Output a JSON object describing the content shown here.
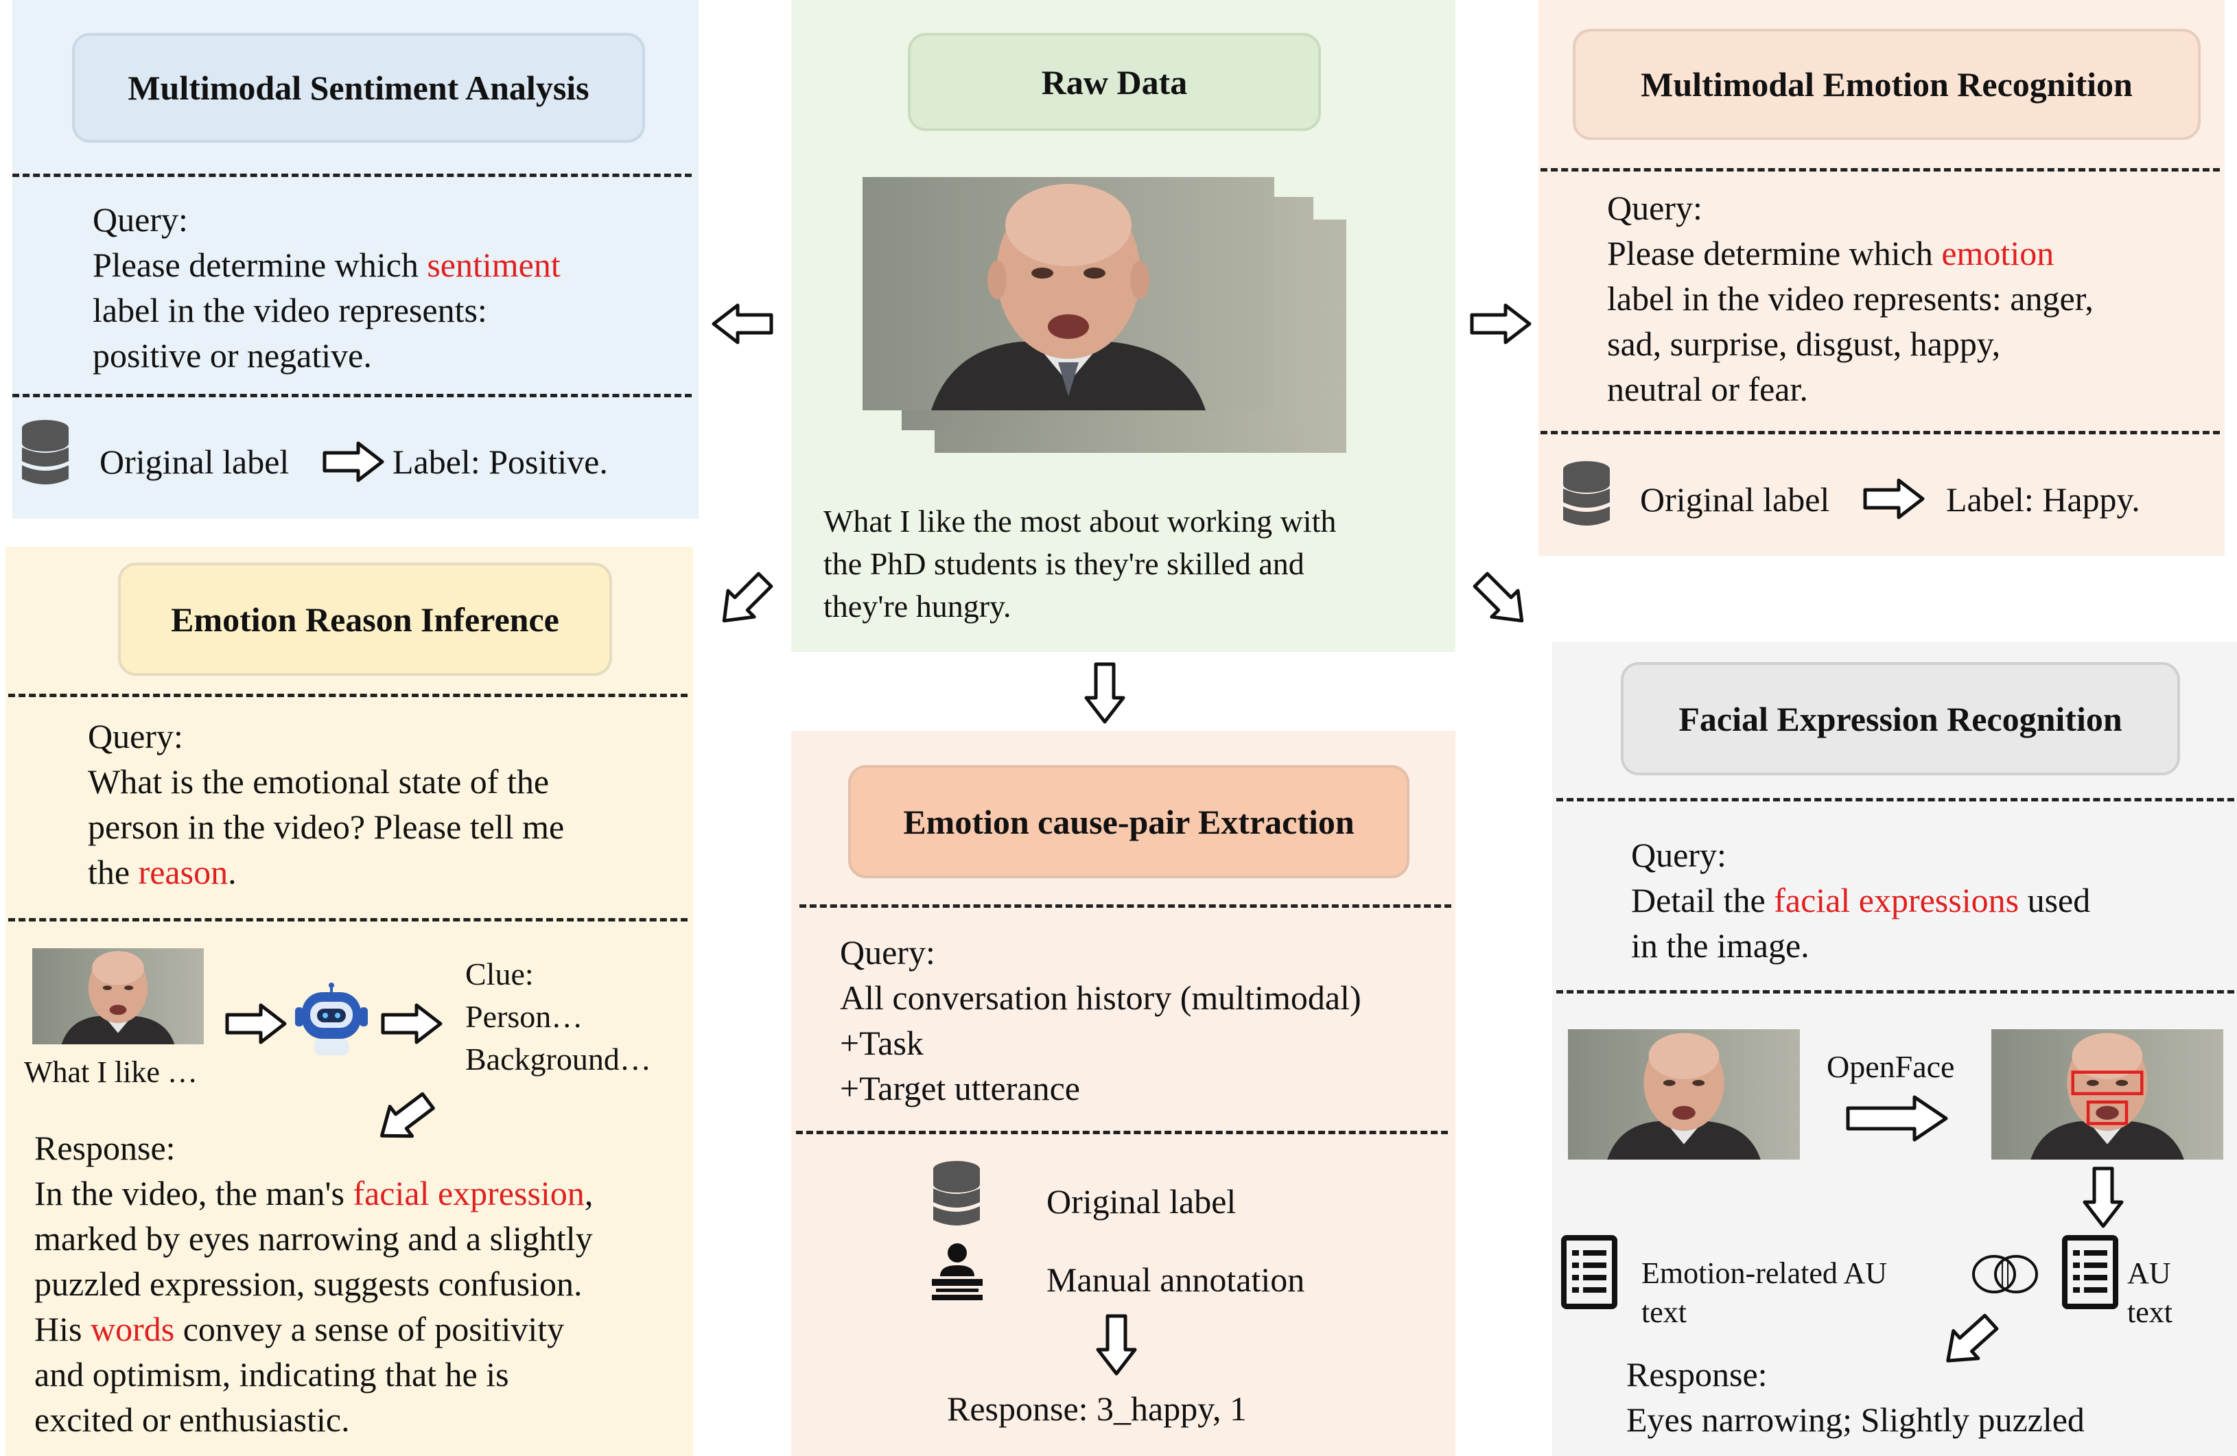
{
  "raw": {
    "title": "Raw Data",
    "transcript": [
      "What I like the most about working with",
      "the PhD students is they're skilled and",
      "they're hungry."
    ]
  },
  "msa": {
    "title": "Multimodal Sentiment Analysis",
    "query_label": "Query:",
    "query_pre": "Please determine which ",
    "query_hl": "sentiment",
    "query_lines": [
      "label in the video represents:",
      "positive or negative."
    ],
    "orig": "Original label",
    "label": "Label: Positive."
  },
  "mer": {
    "title": "Multimodal Emotion Recognition",
    "query_label": "Query:",
    "query_pre": "Please determine which ",
    "query_hl": "emotion",
    "query_lines": [
      "label in the video represents: anger,",
      "sad, surprise, disgust, happy,",
      "neutral or fear."
    ],
    "orig": "Original label",
    "label": "Label: Happy."
  },
  "eri": {
    "title": "Emotion Reason Inference",
    "query_label": "Query:",
    "query_lines": [
      "What is the emotional state of the",
      "person in the video? Please tell me"
    ],
    "query_pre3": "the ",
    "query_hl": "reason",
    "query_post3": ".",
    "caption": "What I like …",
    "clue": [
      "Clue:",
      "Person…",
      "Background…"
    ],
    "response_label": "Response:",
    "r1_pre": "In the video, the man's ",
    "r1_hl": "facial expression",
    "r1_post": ",",
    "r2": "marked by eyes narrowing and a slightly",
    "r3": "puzzled expression, suggests confusion.",
    "r4_pre": "His ",
    "r4_hl": "words",
    "r4_post": " convey a sense of positivity",
    "r5": "and optimism, indicating that he is",
    "r6": "excited or enthusiastic."
  },
  "ecpe": {
    "title": "Emotion cause-pair Extraction",
    "query_label": "Query:",
    "query_lines": [
      "All conversation history (multimodal)",
      "+Task",
      "+Target utterance"
    ],
    "orig": "Original label",
    "manual": "Manual annotation",
    "response": "Response: 3_happy, 1"
  },
  "fer": {
    "title": "Facial Expression Recognition",
    "query_label": "Query:",
    "query_pre": "Detail the ",
    "query_hl": "facial expressions",
    "query_post": " used",
    "query_line2": "in the image.",
    "openface": "OpenFace",
    "au_left": [
      "Emotion-related AU",
      "text"
    ],
    "au_right": [
      "AU",
      "text"
    ],
    "response_label": "Response:",
    "response": "Eyes narrowing; Slightly puzzled"
  },
  "icons": [
    "database-icon",
    "robot-icon",
    "annotator-icon",
    "document-list-icon",
    "venn-icon",
    "arrow-icon"
  ],
  "colors": {
    "msa_bg": "#e9f1f9",
    "mer_bg": "#fcefe6",
    "raw_bg": "#edf5e6",
    "eri_bg": "#fdf5df",
    "ecpe_bg": "#fcefe6",
    "fer_bg": "#f4f4f4",
    "highlight": "#e02020"
  }
}
